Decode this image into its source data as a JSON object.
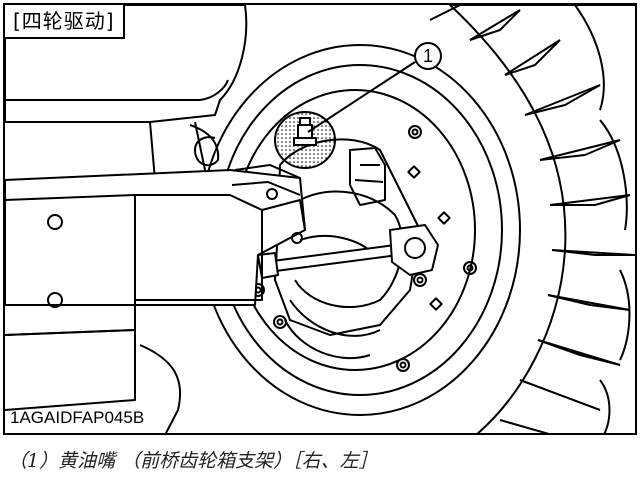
{
  "section_label": "[四轮驱动]",
  "callout": {
    "number": "1"
  },
  "image_code": "1AGAIDFAP045B",
  "caption": "（1）黄油嘴 （前桥齿轮箱支架）［右、左］",
  "colors": {
    "line": "#000000",
    "background": "#ffffff"
  }
}
